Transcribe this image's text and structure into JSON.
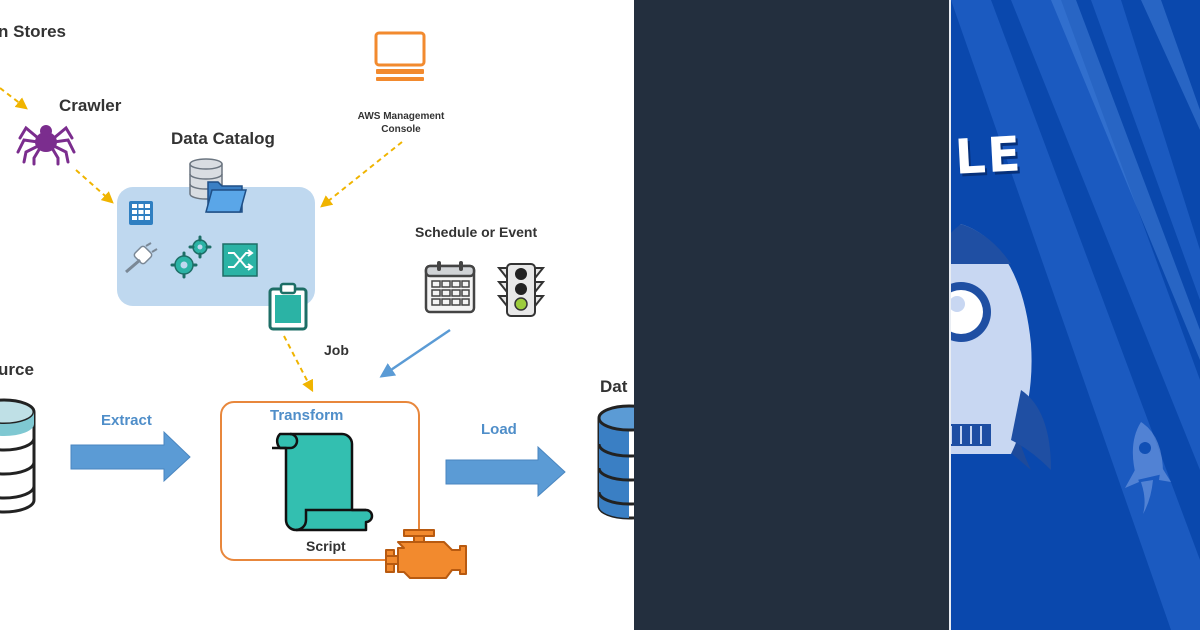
{
  "diagram": {
    "labels": {
      "data_stores": "n Stores",
      "crawler": "Crawler",
      "data_catalog": "Data Catalog",
      "console": "AWS Management\nConsole",
      "schedule": "Schedule or Event",
      "job": "Job",
      "source": "urce",
      "extract": "Extract",
      "transform": "Transform",
      "load": "Load",
      "script": "Script",
      "target": "Dat"
    }
  },
  "banner": {
    "word": "LE"
  },
  "colors": {
    "dark_panel": "#232f3e",
    "blue_panel": "#0a48ad",
    "catalog_box": "#bfd8ef",
    "job_border": "#e8873c",
    "script_teal": "#33bfb0",
    "arrow_blue": "#5b9bd5",
    "dashed_yellow": "#f0b400",
    "crawler_purple": "#7b2d8e",
    "engine_orange": "#f28a2e"
  }
}
